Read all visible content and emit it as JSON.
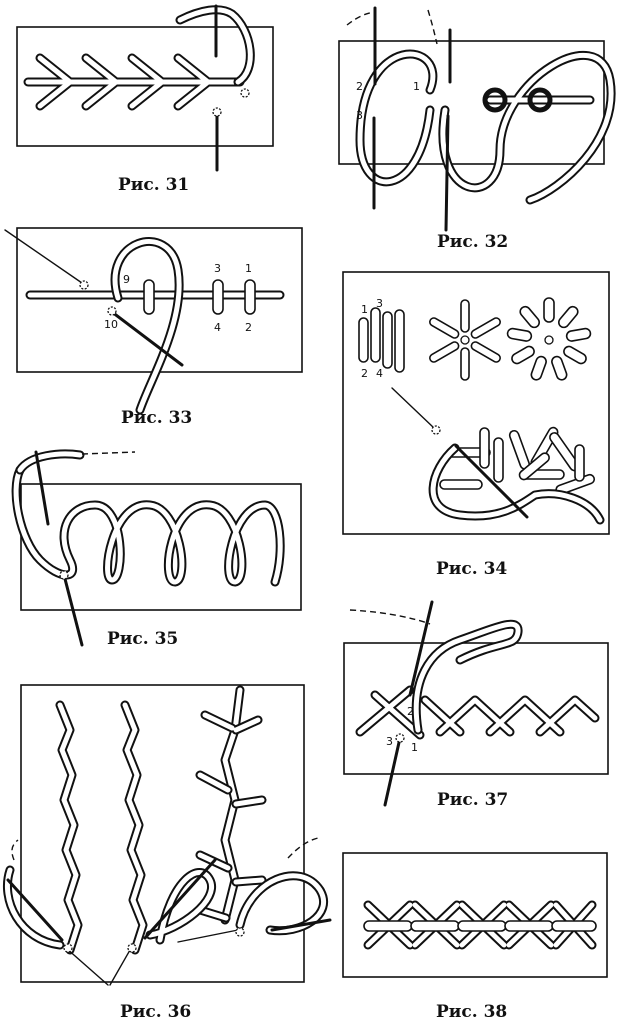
{
  "figures": {
    "f31": {
      "caption": "Рис. 31"
    },
    "f32": {
      "caption": "Рис. 32",
      "labels": [
        "2",
        "3",
        "1"
      ]
    },
    "f33": {
      "caption": "Рис. 33",
      "labels": [
        "9",
        "10",
        "3",
        "4",
        "1",
        "2"
      ]
    },
    "f34": {
      "caption": "Рис. 34",
      "labels": [
        "1",
        "3",
        "2",
        "4"
      ]
    },
    "f35": {
      "caption": "Рис. 35"
    },
    "f36": {
      "caption": "Рис. 36"
    },
    "f37": {
      "caption": "Рис. 37",
      "labels": [
        "2",
        "3",
        "1"
      ]
    },
    "f38": {
      "caption": "Рис. 38"
    }
  },
  "colors": {
    "ink": "#111111",
    "paper": "#ffffff"
  }
}
